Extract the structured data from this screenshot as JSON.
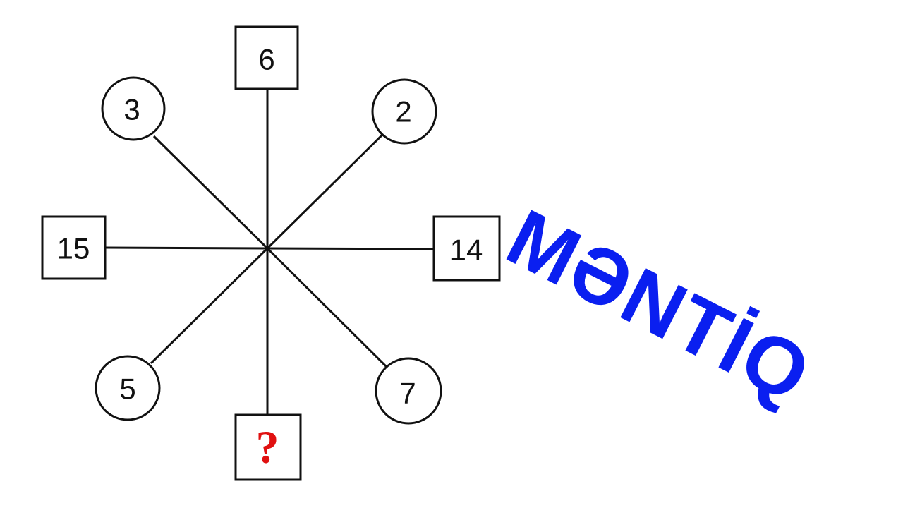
{
  "puzzle": {
    "top": "6",
    "top_left": "3",
    "top_right": "2",
    "left": "15",
    "right": "14",
    "bottom_left": "5",
    "bottom_right": "7",
    "bottom": "?"
  },
  "title": "MƏNTİQ",
  "colors": {
    "title": "#0a1ff0",
    "question": "#e01010",
    "stroke": "#111111"
  }
}
